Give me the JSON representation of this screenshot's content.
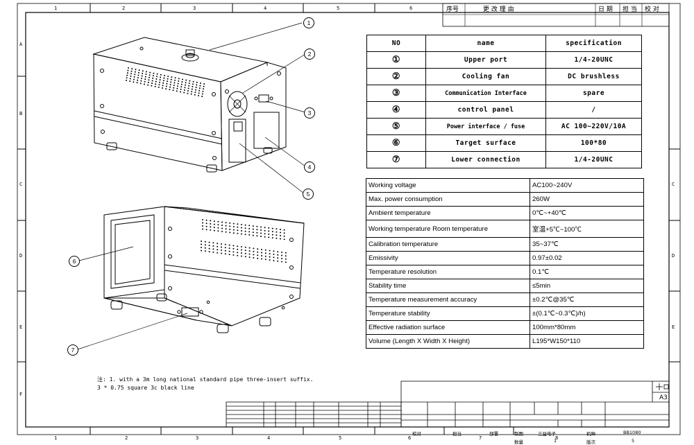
{
  "frame": {
    "top_zones": [
      "1",
      "2",
      "3",
      "4",
      "5",
      "6"
    ],
    "bottom_zones": [
      "1",
      "2",
      "3",
      "4",
      "5",
      "6",
      "7",
      "8"
    ],
    "left_zones": [
      "A",
      "B",
      "C",
      "D",
      "E",
      "F"
    ],
    "right_zones": [
      "C",
      "D",
      "E"
    ]
  },
  "revision_header": {
    "col1": "序号",
    "col2": "更 改 理 由",
    "col3": "日 期",
    "col4": "担 当",
    "col5": "校 对"
  },
  "component_table": {
    "header": {
      "no": "NO",
      "name": "name",
      "spec": "specification"
    },
    "rows": [
      {
        "no": "①",
        "name": "Upper port",
        "spec": "1/4-20UNC"
      },
      {
        "no": "②",
        "name": "Cooling fan",
        "spec": "DC brushless"
      },
      {
        "no": "③",
        "name": "Communication Interface",
        "spec": "spare"
      },
      {
        "no": "④",
        "name": "control panel",
        "spec": "/"
      },
      {
        "no": "⑤",
        "name": "Power interface / fuse",
        "spec": "AC 100~220V/10A"
      },
      {
        "no": "⑥",
        "name": "Target surface",
        "spec": "100*80"
      },
      {
        "no": "⑦",
        "name": "Lower connection",
        "spec": "1/4-20UNC"
      }
    ]
  },
  "spec_table": [
    {
      "k": "Working voltage",
      "v": "AC100~240V"
    },
    {
      "k": "Max. power consumption",
      "v": "260W"
    },
    {
      "k": "Ambient temperature",
      "v": "0℃~+40℃"
    },
    {
      "k": "Working temperature Room temperature",
      "v": "室温+5℃~100℃"
    },
    {
      "k": "Calibration temperature",
      "v": "35~37℃"
    },
    {
      "k": "Emissivity",
      "v": "0.97±0.02"
    },
    {
      "k": "Temperature resolution",
      "v": "0.1℃"
    },
    {
      "k": "Stability time",
      "v": "≤5min"
    },
    {
      "k": "Temperature measurement accuracy",
      "v": "±0.2℃@35℃"
    },
    {
      "k": "Temperature stability",
      "v": "±(0.1℃~0.3℃)/h)"
    },
    {
      "k": "Effective radiation surface",
      "v": "100mm*80mm"
    },
    {
      "k": "Volume (Length X Width X Height)",
      "v": "L195*W150*110"
    }
  ],
  "callouts": [
    "1",
    "2",
    "3",
    "4",
    "5",
    "6",
    "7"
  ],
  "notes": {
    "line1": "注: 1. with a 3m long national standard pipe three-insert suffix.",
    "line2": "3 * 0.75 square 3c black line"
  },
  "title_block": {
    "sheet_size": "A3",
    "row_a": [
      "校对",
      "担当",
      "部署"
    ],
    "row_b": [
      "制图",
      "三益电子",
      "机种",
      "BB1080"
    ],
    "row_c": [
      "数量",
      "1",
      "版次",
      "5"
    ]
  }
}
